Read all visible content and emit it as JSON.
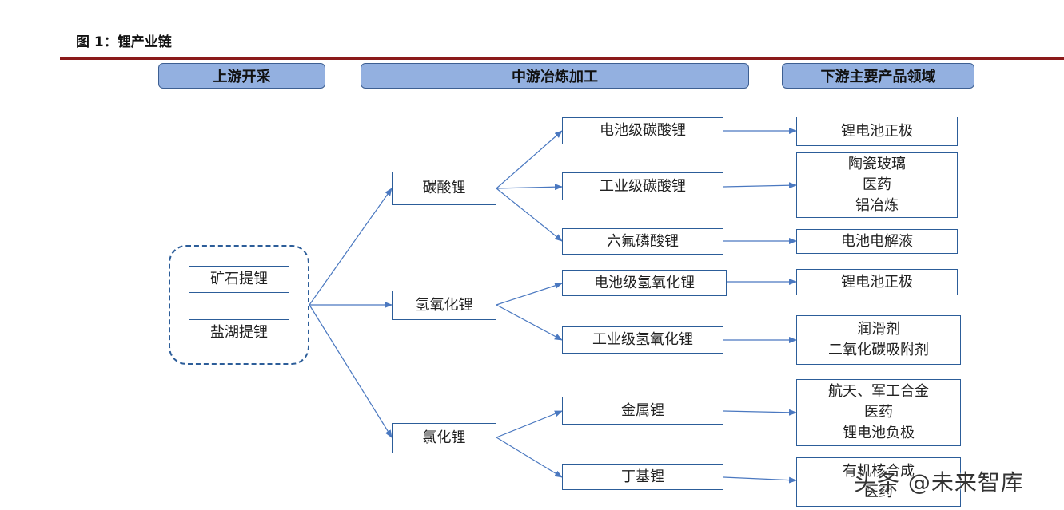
{
  "figure_title": "图 1：锂产业链",
  "headers": {
    "upstream": "上游开采",
    "midstream": "中游冶炼加工",
    "downstream": "下游主要产品领域"
  },
  "sources": [
    "矿石提锂",
    "盐湖提锂"
  ],
  "primary": [
    "碳酸锂",
    "氢氧化锂",
    "氯化锂"
  ],
  "products": [
    "电池级碳酸锂",
    "工业级碳酸锂",
    "六氟磷酸锂",
    "电池级氢氧化锂",
    "工业级氢氧化锂",
    "金属锂",
    "丁基锂"
  ],
  "applications": [
    [
      "锂电池正极"
    ],
    [
      "陶瓷玻璃",
      "医药",
      "铝冶炼"
    ],
    [
      "电池电解液"
    ],
    [
      "锂电池正极"
    ],
    [
      "润滑剂",
      "二氧化碳吸附剂"
    ],
    [
      "航天、军工合金",
      "医药",
      "锂电池负极"
    ],
    [
      "有机核合成",
      "医药"
    ]
  ],
  "watermark": "头条 @未来智库",
  "colors": {
    "line": "#4a78c0",
    "box_border": "#2c5d99",
    "header_fill": "#93b0e0",
    "rule": "#8b1a1a"
  }
}
